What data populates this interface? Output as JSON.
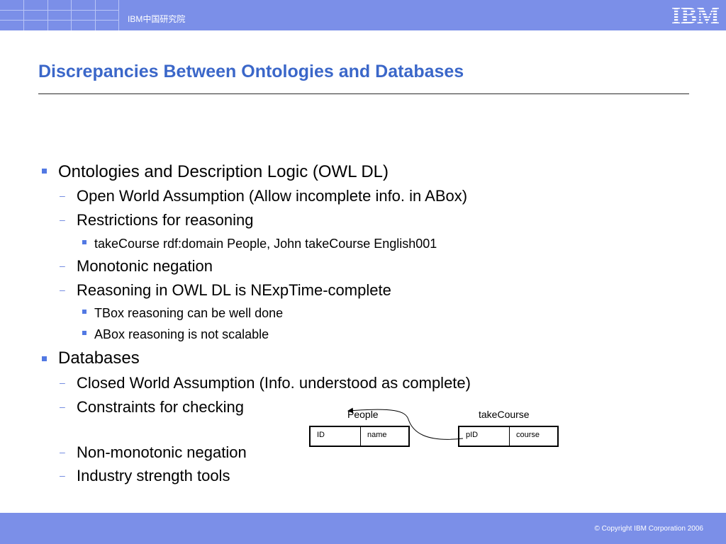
{
  "header": {
    "lab_name": "IBM中国研究院",
    "logo_text": "IBM"
  },
  "slide": {
    "title": "Discrepancies Between Ontologies and Databases"
  },
  "bullets": [
    {
      "level": 1,
      "text": "Ontologies and  Description Logic (OWL DL)"
    },
    {
      "level": 2,
      "text": "Open World Assumption (Allow incomplete info. in ABox)"
    },
    {
      "level": 2,
      "text": "Restrictions for reasoning"
    },
    {
      "level": 3,
      "text": "takeCourse rdf:domain People, John takeCourse English001"
    },
    {
      "level": 2,
      "text": "Monotonic negation"
    },
    {
      "level": 2,
      "text": "Reasoning in OWL DL is NExpTime-complete"
    },
    {
      "level": 3,
      "text": "TBox reasoning can be well done"
    },
    {
      "level": 3,
      "text": "ABox reasoning is not scalable"
    },
    {
      "level": 1,
      "text": "Databases"
    },
    {
      "level": 2,
      "text": "Closed World Assumption (Info. understood as complete)"
    },
    {
      "level": 2,
      "text": "Constraints for checking"
    },
    {
      "level": 2,
      "text": "Non-monotonic negation"
    },
    {
      "level": 2,
      "text": "Industry strength tools"
    }
  ],
  "diagram": {
    "people_table": {
      "title": "People",
      "columns": [
        "ID",
        "name"
      ]
    },
    "takecourse_table": {
      "title": "takeCourse",
      "columns": [
        "pID",
        "course"
      ]
    }
  },
  "footer": {
    "copyright": "© Copyright IBM Corporation 2006"
  },
  "colors": {
    "header_bar": "#7b8fe8",
    "title": "#3b67c9",
    "bullet_marker": "#5279e3"
  }
}
